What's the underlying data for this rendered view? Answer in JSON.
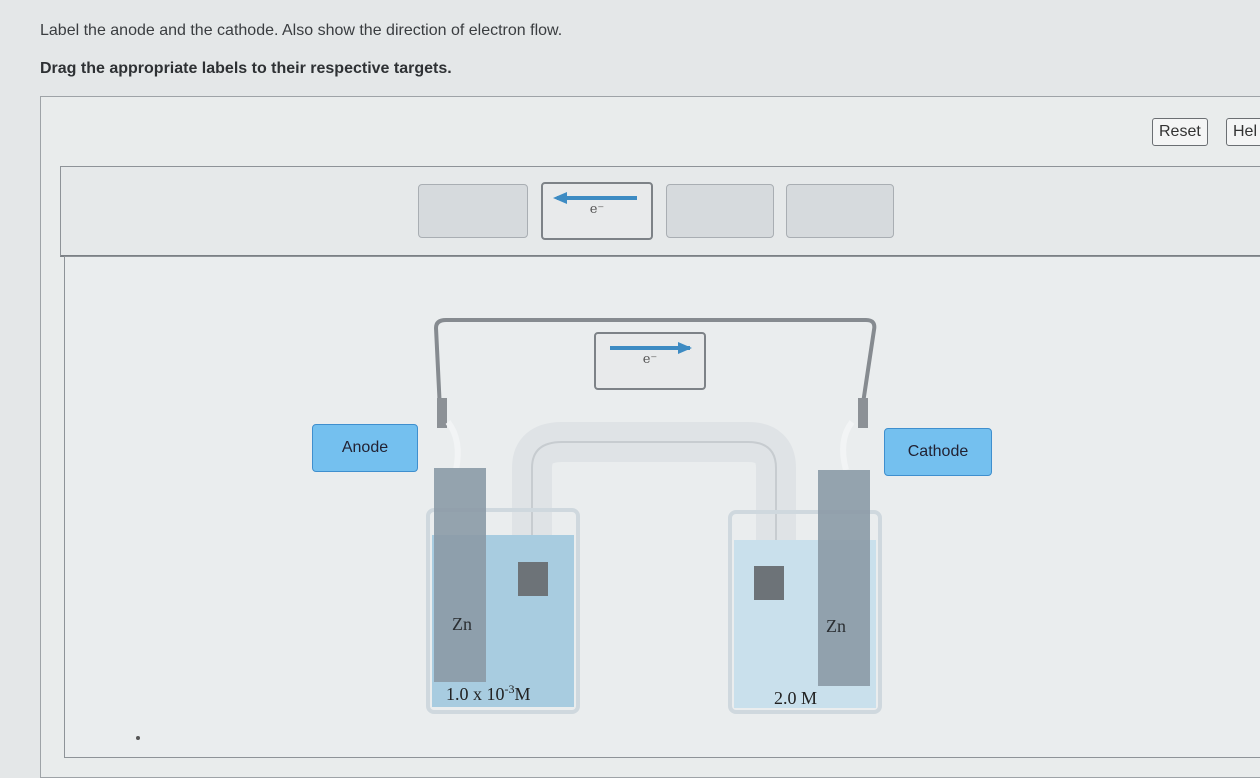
{
  "instructions": {
    "line1": "Label the anode and the cathode. Also show the direction of electron flow.",
    "line2": "Drag the appropriate labels to their respective targets."
  },
  "toolbar": {
    "reset_label": "Reset",
    "help_label": "Hel"
  },
  "label_bank": {
    "electron_tile_symbol": "e⁻",
    "electron_tile_arrow": "left"
  },
  "diagram": {
    "placed_electron_symbol": "e⁻",
    "placed_electron_arrow": "right",
    "left_target_label": "Anode",
    "right_target_label": "Cathode",
    "left_electrode": "Zn",
    "right_electrode": "Zn",
    "left_concentration": {
      "base": "1.0 x 10",
      "exponent": "-3",
      "unit": "M"
    },
    "right_concentration": "2.0 M"
  },
  "colors": {
    "label_fill": "#74c0ef",
    "arrow": "#3d8bc3",
    "solution": "#a8cce0"
  }
}
